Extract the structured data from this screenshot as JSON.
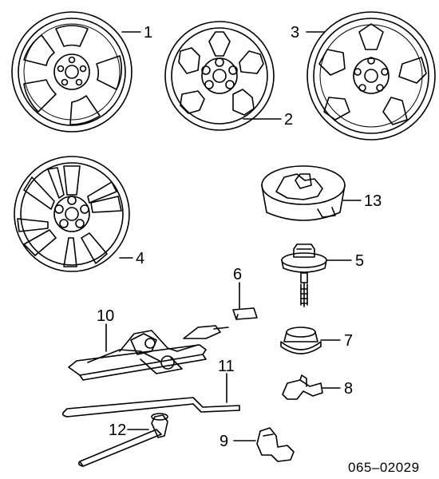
{
  "callouts": {
    "c1": "1",
    "c2": "2",
    "c3": "3",
    "c4": "4",
    "c5": "5",
    "c6": "6",
    "c7": "7",
    "c8": "8",
    "c9": "9",
    "c10": "10",
    "c11": "11",
    "c12": "12",
    "c13": "13"
  },
  "diagram_code": "065–02029",
  "colors": {
    "ink": "#000000",
    "paper": "#ffffff"
  }
}
